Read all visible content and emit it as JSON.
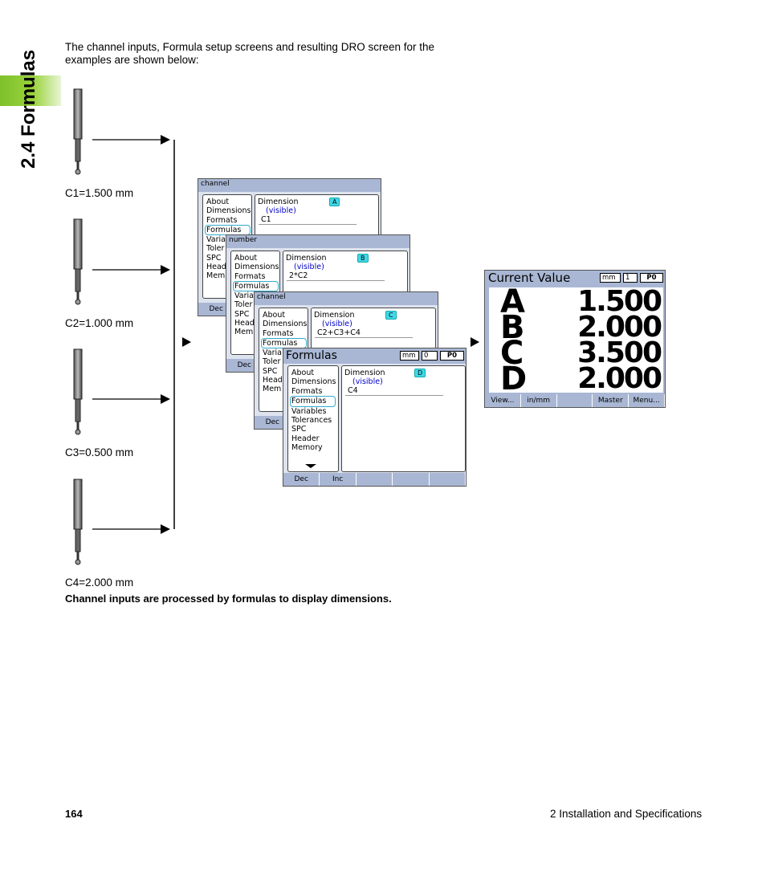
{
  "section_title": "2.4 Formulas",
  "intro": "The channel inputs, Formula setup screens and resulting DRO screen for the examples are shown below:",
  "inputs": [
    "C1=1.500 mm",
    "C2=1.000 mm",
    "C3=0.500 mm",
    "C4=2.000 mm"
  ],
  "caption": "Channel inputs are processed by formulas to display dimensions.",
  "footer": {
    "page": "164",
    "chapter": "2 Installation and Specifications"
  },
  "menu_items": [
    "About",
    "Dimensions",
    "Formats",
    "Formulas",
    "Variables",
    "Tolerances",
    "SPC",
    "Header",
    "Memory"
  ],
  "menu_items_short": [
    "About",
    "Dimensions",
    "Formats",
    "Formulas",
    "Varia",
    "Toler",
    "SPC",
    "Head",
    "Mem"
  ],
  "screens": [
    {
      "title": "channel",
      "badge": "A",
      "dimension": "Dimension",
      "visible": "(visible)",
      "formula": "C1"
    },
    {
      "title": "number",
      "badge": "B",
      "dimension": "Dimension",
      "visible": "(visible)",
      "formula": "2*C2"
    },
    {
      "title": "channel",
      "badge": "C",
      "dimension": "Dimension",
      "visible": "(visible)",
      "formula": "C2+C3+C4"
    },
    {
      "title": "Formulas",
      "badge": "D",
      "dimension": "Dimension",
      "visible": "(visible)",
      "formula": "C4",
      "unit": "mm",
      "zero": "0",
      "preset": "P0"
    }
  ],
  "softkeys": {
    "dec": "Dec",
    "inc": "Inc"
  },
  "dro": {
    "title": "Current Value",
    "unit": "mm",
    "zero": "1",
    "preset": "P0",
    "rows": [
      {
        "label": "A",
        "value": "1.500"
      },
      {
        "label": "B",
        "value": "2.000"
      },
      {
        "label": "C",
        "value": "3.500"
      },
      {
        "label": "D",
        "value": "2.000"
      }
    ],
    "softkeys": [
      "View...",
      "in/mm",
      "",
      "Master",
      "Menu..."
    ]
  },
  "colors": {
    "tab_green": "#7ec12a",
    "screen_header": "#a9b7d4",
    "badge": "#3fd8e8"
  }
}
